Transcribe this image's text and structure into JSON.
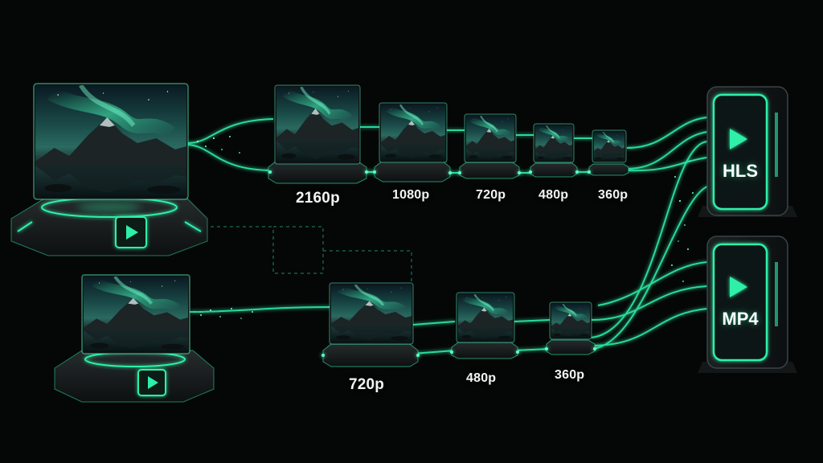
{
  "accent": "#2df0a8",
  "pipelines": [
    {
      "source": "source-video-4k",
      "renditions": [
        "2160p",
        "1080p",
        "720p",
        "480p",
        "360p"
      ]
    },
    {
      "source": "source-video-hd",
      "renditions": [
        "720p",
        "480p",
        "360p"
      ]
    }
  ],
  "outputs": [
    {
      "label": "HLS",
      "icon": "play-icon"
    },
    {
      "label": "MP4",
      "icon": "play-icon"
    }
  ]
}
